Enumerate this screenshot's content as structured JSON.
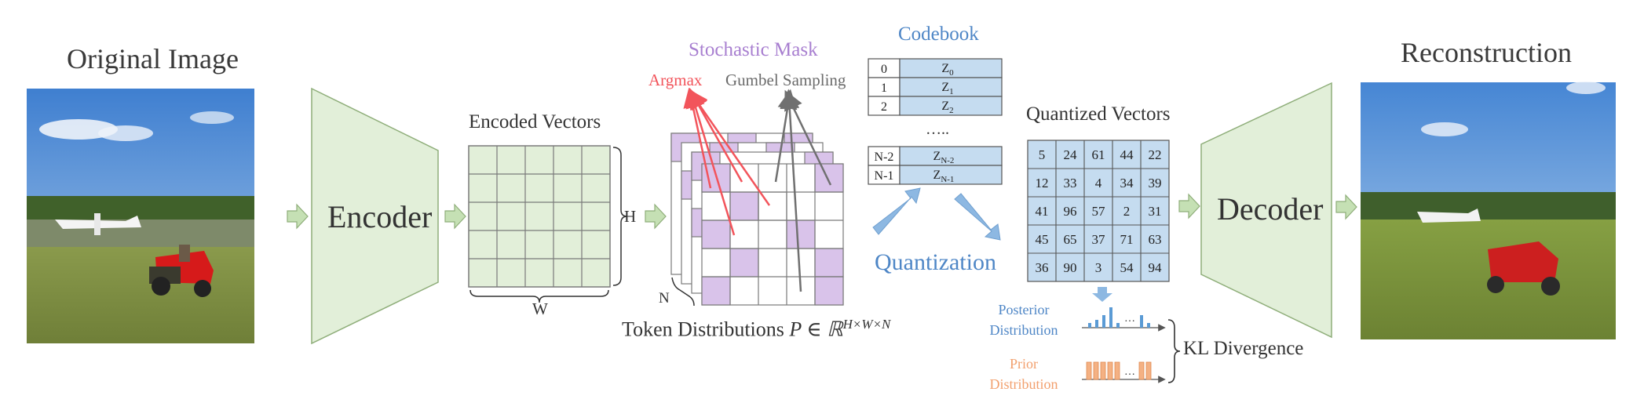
{
  "titles": {
    "original": "Original Image",
    "reconstruction": "Reconstruction",
    "encoder": "Encoder",
    "decoder": "Decoder",
    "encoded_vectors": "Encoded Vectors",
    "dim_h": "H",
    "dim_w": "W",
    "dim_n": "N",
    "stochastic_mask": "Stochastic Mask",
    "argmax": "Argmax",
    "gumbel_sampling": "Gumbel Sampling",
    "token_distributions": "Token Distributions",
    "token_formula": "P ∈ ℝ",
    "token_formula_sup": "H×W×N",
    "codebook": "Codebook",
    "codebook_dots": "…..",
    "quantization": "Quantization",
    "quantized_vectors": "Quantized Vectors",
    "posterior_line1": "Posterior",
    "posterior_line2": "Distribution",
    "prior_line1": "Prior",
    "prior_line2": "Distribution",
    "kl_divergence": "KL Divergence"
  },
  "codebook_rows": [
    {
      "index": "0",
      "code": "Z",
      "sub": "0"
    },
    {
      "index": "1",
      "code": "Z",
      "sub": "1"
    },
    {
      "index": "2",
      "code": "Z",
      "sub": "2"
    },
    {
      "index": "N-2",
      "code": "Z",
      "sub": "N-2"
    },
    {
      "index": "N-1",
      "code": "Z",
      "sub": "N-1"
    }
  ],
  "quantized_grid": [
    [
      "5",
      "24",
      "61",
      "44",
      "22"
    ],
    [
      "12",
      "33",
      "4",
      "34",
      "39"
    ],
    [
      "41",
      "96",
      "57",
      "2",
      "31"
    ],
    [
      "45",
      "65",
      "37",
      "71",
      "63"
    ],
    [
      "36",
      "90",
      "3",
      "54",
      "94"
    ]
  ],
  "hist_ellipsis": "…",
  "colors": {
    "green_fill": "#e2efd9",
    "green_stroke": "#8fae7a",
    "blue_fill": "#c5dcf0",
    "purple_fill": "#d9c3ea",
    "arrow_green": "#c5e0b4",
    "arrow_blue": "#8db8e2",
    "red": "#f2545b",
    "gray": "#707070",
    "posterior_blue": "#5b9bd5",
    "prior_orange": "#f4b183"
  }
}
